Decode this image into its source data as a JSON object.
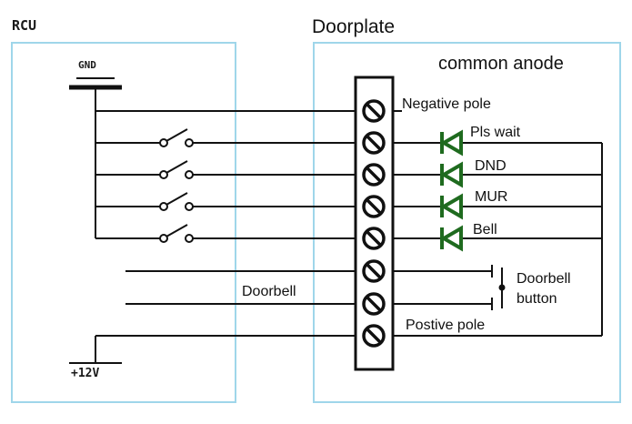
{
  "rcu": {
    "title": "RCU",
    "gnd_label": "GND",
    "supply_label": "+12V",
    "doorbell_label": "Doorbell"
  },
  "doorplate": {
    "title": "Doorplate",
    "subtitle": "common anode",
    "terminals": [
      {
        "label": "Negative pole"
      },
      {
        "label": "Pls wait"
      },
      {
        "label": "DND"
      },
      {
        "label": "MUR"
      },
      {
        "label": "Bell"
      },
      {
        "label": ""
      },
      {
        "label": ""
      },
      {
        "label": "Postive pole"
      }
    ],
    "button_label_line1": "Doorbell",
    "button_label_line2": "button"
  },
  "colors": {
    "box_border": "#9fd6ea",
    "led": "#1f6b1f",
    "wire": "#111111",
    "terminal_block": "#ffffff"
  }
}
